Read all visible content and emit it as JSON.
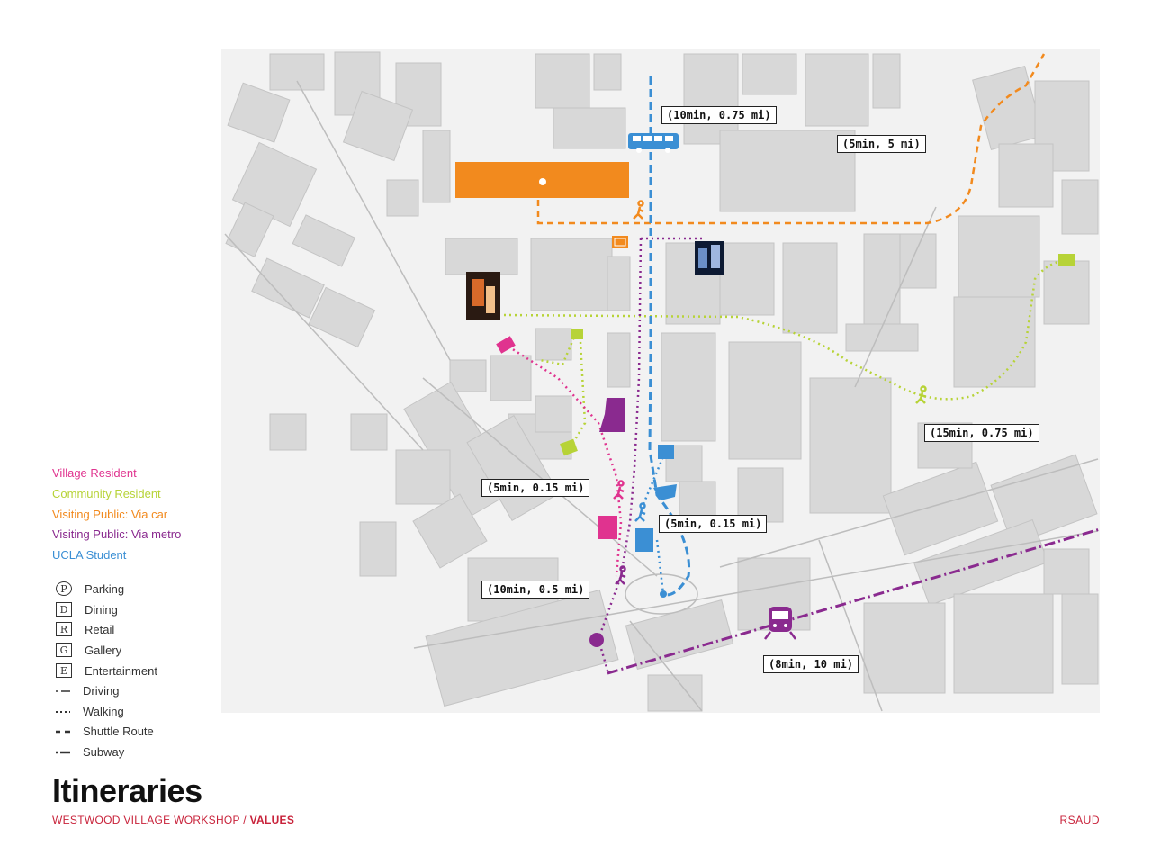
{
  "legend": {
    "routes": [
      {
        "label": "Village Resident",
        "color": "#e0338f"
      },
      {
        "label": "Community Resident",
        "color": "#b7d337"
      },
      {
        "label": "Visiting Public: Via car",
        "color": "#f28a1e"
      },
      {
        "label": "Visiting Public: Via metro",
        "color": "#8a2a8f"
      },
      {
        "label": "UCLA Student",
        "color": "#3b8fd4"
      }
    ],
    "symbols": [
      {
        "glyph": "P",
        "label": "Parking"
      },
      {
        "glyph": "D",
        "label": "Dining"
      },
      {
        "glyph": "R",
        "label": "Retail"
      },
      {
        "glyph": "G",
        "label": "Gallery"
      },
      {
        "glyph": "E",
        "label": "Entertainment"
      },
      {
        "glyph": "",
        "label": "Driving"
      },
      {
        "glyph": "",
        "label": "Walking"
      },
      {
        "glyph": "",
        "label": "Shuttle Route"
      },
      {
        "glyph": "",
        "label": "Subway"
      }
    ]
  },
  "labels": {
    "bus": "(10min, 0.75 mi)",
    "car": "(5min, 5 mi)",
    "community": "(15min, 0.75 mi)",
    "village": "(5min, 0.15 mi)",
    "student": "(5min, 0.15 mi)",
    "metro_walk": "(10min, 0.5 mi)",
    "subway": "(8min, 10 mi)"
  },
  "title": "Itineraries",
  "subtitle": {
    "project": "WESTWOOD VILLAGE WORKSHOP /",
    "section": "VALUES"
  },
  "credit": "RSAUD",
  "colors": {
    "building": "#d9d9d9",
    "street": "#f4f4f4",
    "outline": "#c7c7c7",
    "village": "#e0338f",
    "community": "#b7d337",
    "car": "#f28a1e",
    "metro": "#8a2a8f",
    "student": "#3b8fd4"
  },
  "icons": [
    "bus-icon",
    "train-icon",
    "walking-person-icon",
    "car-parking-icon",
    "photo-thumbnail"
  ]
}
